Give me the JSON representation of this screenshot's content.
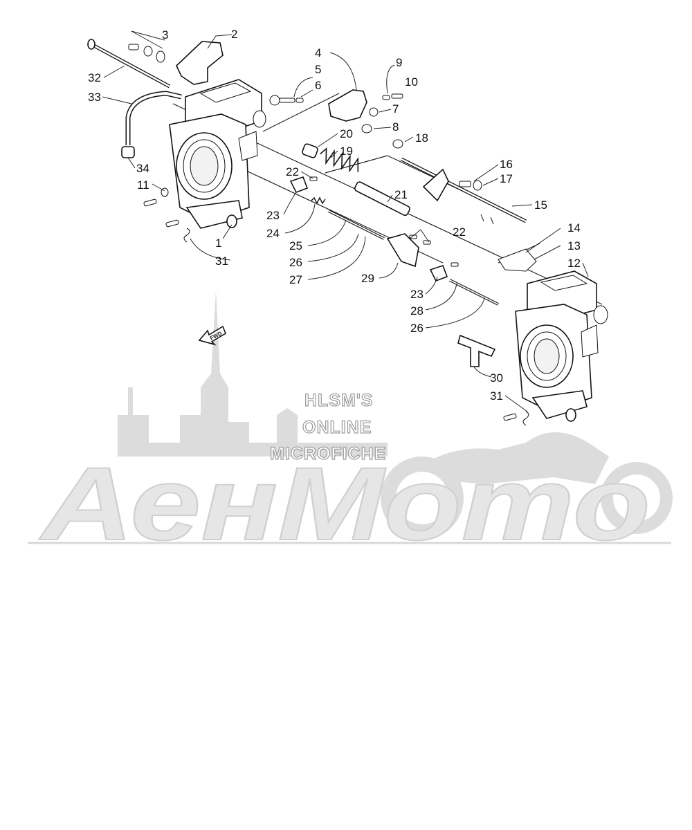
{
  "watermark": {
    "line1": "HLSM'S",
    "line2": "ONLINE",
    "line3": "MICROFICHE",
    "logo": "АенМото"
  },
  "fwd_label": "FWD",
  "callouts": [
    {
      "id": "c1",
      "label": "1"
    },
    {
      "id": "c2",
      "label": "2"
    },
    {
      "id": "c3",
      "label": "3"
    },
    {
      "id": "c4",
      "label": "4"
    },
    {
      "id": "c5",
      "label": "5"
    },
    {
      "id": "c6",
      "label": "6"
    },
    {
      "id": "c7",
      "label": "7"
    },
    {
      "id": "c8",
      "label": "8"
    },
    {
      "id": "c9",
      "label": "9"
    },
    {
      "id": "c10",
      "label": "10"
    },
    {
      "id": "c11",
      "label": "11"
    },
    {
      "id": "c12",
      "label": "12"
    },
    {
      "id": "c13",
      "label": "13"
    },
    {
      "id": "c14",
      "label": "14"
    },
    {
      "id": "c15",
      "label": "15"
    },
    {
      "id": "c16",
      "label": "16"
    },
    {
      "id": "c17",
      "label": "17"
    },
    {
      "id": "c18",
      "label": "18"
    },
    {
      "id": "c19",
      "label": "19"
    },
    {
      "id": "c20",
      "label": "20"
    },
    {
      "id": "c21",
      "label": "21"
    },
    {
      "id": "c22a",
      "label": "22"
    },
    {
      "id": "c22b",
      "label": "22"
    },
    {
      "id": "c23a",
      "label": "23"
    },
    {
      "id": "c23b",
      "label": "23"
    },
    {
      "id": "c24",
      "label": "24"
    },
    {
      "id": "c25",
      "label": "25"
    },
    {
      "id": "c26a",
      "label": "26"
    },
    {
      "id": "c26b",
      "label": "26"
    },
    {
      "id": "c27",
      "label": "27"
    },
    {
      "id": "c28",
      "label": "28"
    },
    {
      "id": "c29",
      "label": "29"
    },
    {
      "id": "c30",
      "label": "30"
    },
    {
      "id": "c31a",
      "label": "31"
    },
    {
      "id": "c31b",
      "label": "31"
    },
    {
      "id": "c32",
      "label": "32"
    },
    {
      "id": "c33",
      "label": "33"
    },
    {
      "id": "c34",
      "label": "34"
    }
  ]
}
